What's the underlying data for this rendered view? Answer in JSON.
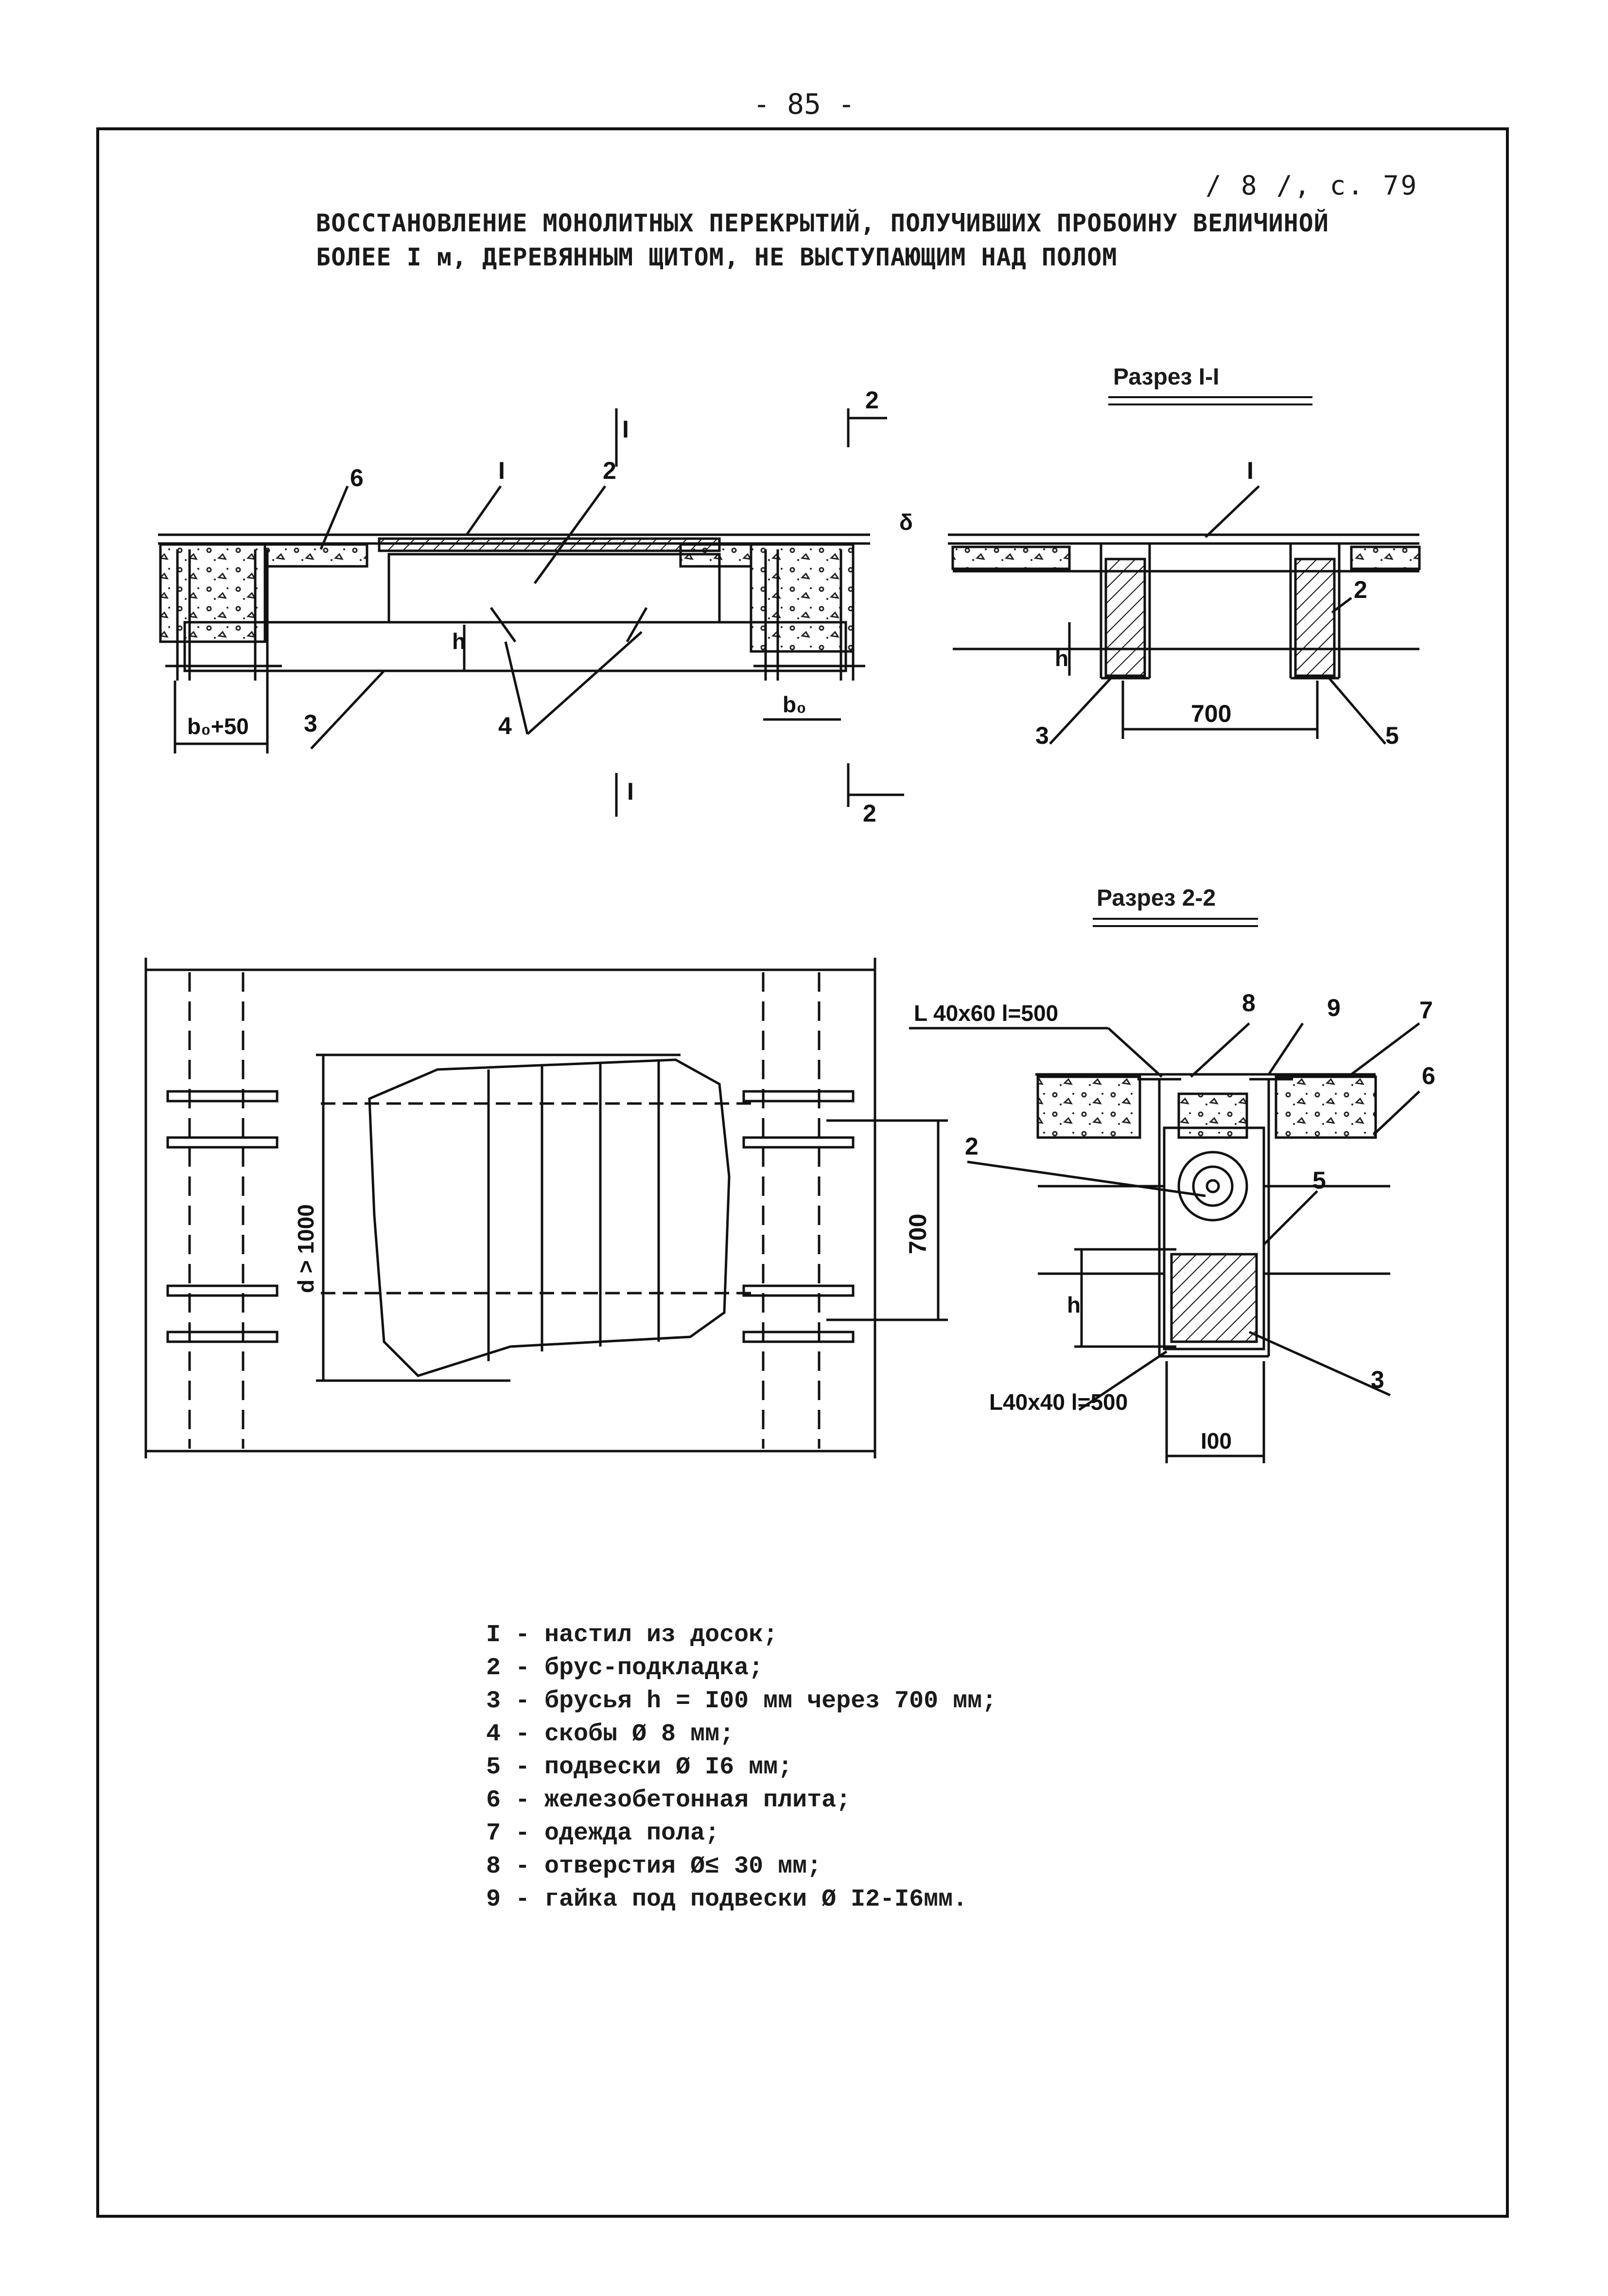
{
  "page_number": "- 85 -",
  "reference": "/ 8 /, с. 79",
  "title": {
    "line1": "ВОССТАНОВЛЕНИЕ МОНОЛИТНЫХ ПЕРЕКРЫТИЙ, ПОЛУЧИВШИХ ПРОБОИНУ ВЕЛИЧИНОЙ",
    "line2": "БОЛЕЕ I м, ДЕРЕВЯННЫМ ЩИТОМ, НЕ ВЫСТУПАЮЩИМ НАД ПОЛОМ"
  },
  "sections": {
    "s1": "Разрез I-I",
    "s2": "Разрез 2-2"
  },
  "drawing": {
    "cut1_label": "I",
    "cut2_label": "2",
    "elev_labels": {
      "l6": "6",
      "l1": "I",
      "l2": "2",
      "l3": "3",
      "l4": "4"
    },
    "elev_dims": {
      "b0_50": "b₀+50",
      "b0": "b₀",
      "h": "h"
    },
    "sec1_labels": {
      "l1": "I",
      "l2": "2",
      "l3": "3",
      "l5": "5",
      "dim700": "700",
      "h": "h",
      "delta": "δ"
    },
    "plan_dims": {
      "d": "d > 1000",
      "dim700": "700"
    },
    "sec2_labels": {
      "angle_top": "L 40x60 l=500",
      "angle_bottom": "L40x40 l=500",
      "l2": "2",
      "l3": "3",
      "l5": "5",
      "l6": "6",
      "l7": "7",
      "l8": "8",
      "l9": "9",
      "dim100": "I00",
      "h": "h"
    }
  },
  "legend": [
    "I - настил из досок;",
    "2 - брус-подкладка;",
    "3 - брусья h = I00 мм через 700 мм;",
    "4 - скобы Ø 8 мм;",
    "5 - подвески Ø I6 мм;",
    "6 - железобетонная плита;",
    "7 - одежда пола;",
    "8 - отверстия Ø≤ 30 мм;",
    "9 - гайка под подвески Ø I2-I6мм."
  ]
}
